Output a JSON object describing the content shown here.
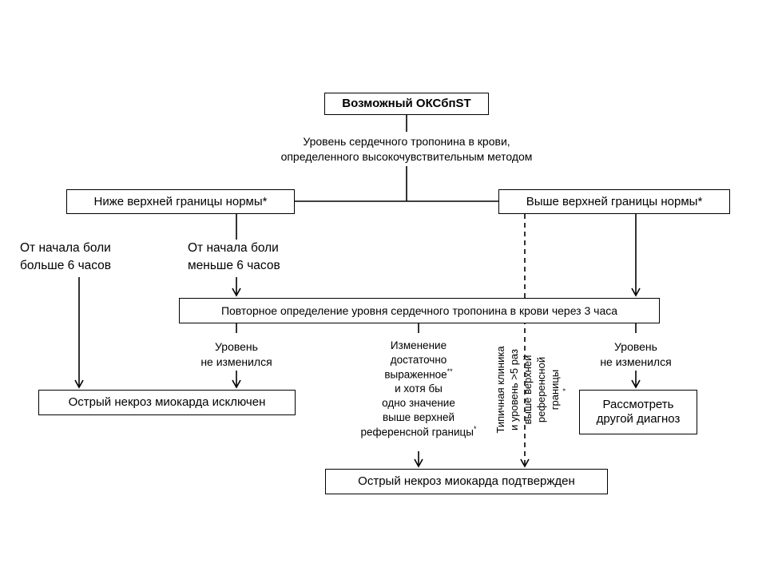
{
  "title_box": "Возможный ОКСбпST",
  "troponin_label": {
    "line1": "Уровень сердечного тропонина в крови,",
    "line2": "определенного высокочувствительным методом"
  },
  "below_box": "Ниже верхней границы нормы*",
  "above_box": "Выше верхней границы нормы*",
  "more6_label": {
    "line1": "От начала боли",
    "line2": "больше 6 часов"
  },
  "less6_label": {
    "line1": "От начала боли",
    "line2": "меньше 6 часов"
  },
  "repeat_box": "Повторное определение уровня сердечного тропонина в крови через 3 часа",
  "unchanged_left": {
    "line1": "Уровень",
    "line2": "не изменился"
  },
  "change_label": {
    "line1": "Изменение",
    "line2": "достаточно",
    "line3": "выраженное",
    "line3_mark": "**",
    "line4": "и хотя бы",
    "line5": "одно значение",
    "line6": "выше верхней",
    "line7": "референсной границы",
    "line7_mark": "*"
  },
  "typical_label": {
    "line1": "Типичная клиника",
    "line2": "и уровень >5 раз",
    "line3": "выше верхней",
    "line4": "референсной",
    "line5": "границы",
    "line5_mark": "*"
  },
  "unchanged_right": {
    "line1": "Уровень",
    "line2": "не изменился"
  },
  "excluded_box": "Острый некроз миокарда исключен",
  "confirmed_box": "Острый некроз миокарда подтвержден",
  "other_dx_box": {
    "line1": "Рассмотреть",
    "line2": "другой диагноз"
  }
}
